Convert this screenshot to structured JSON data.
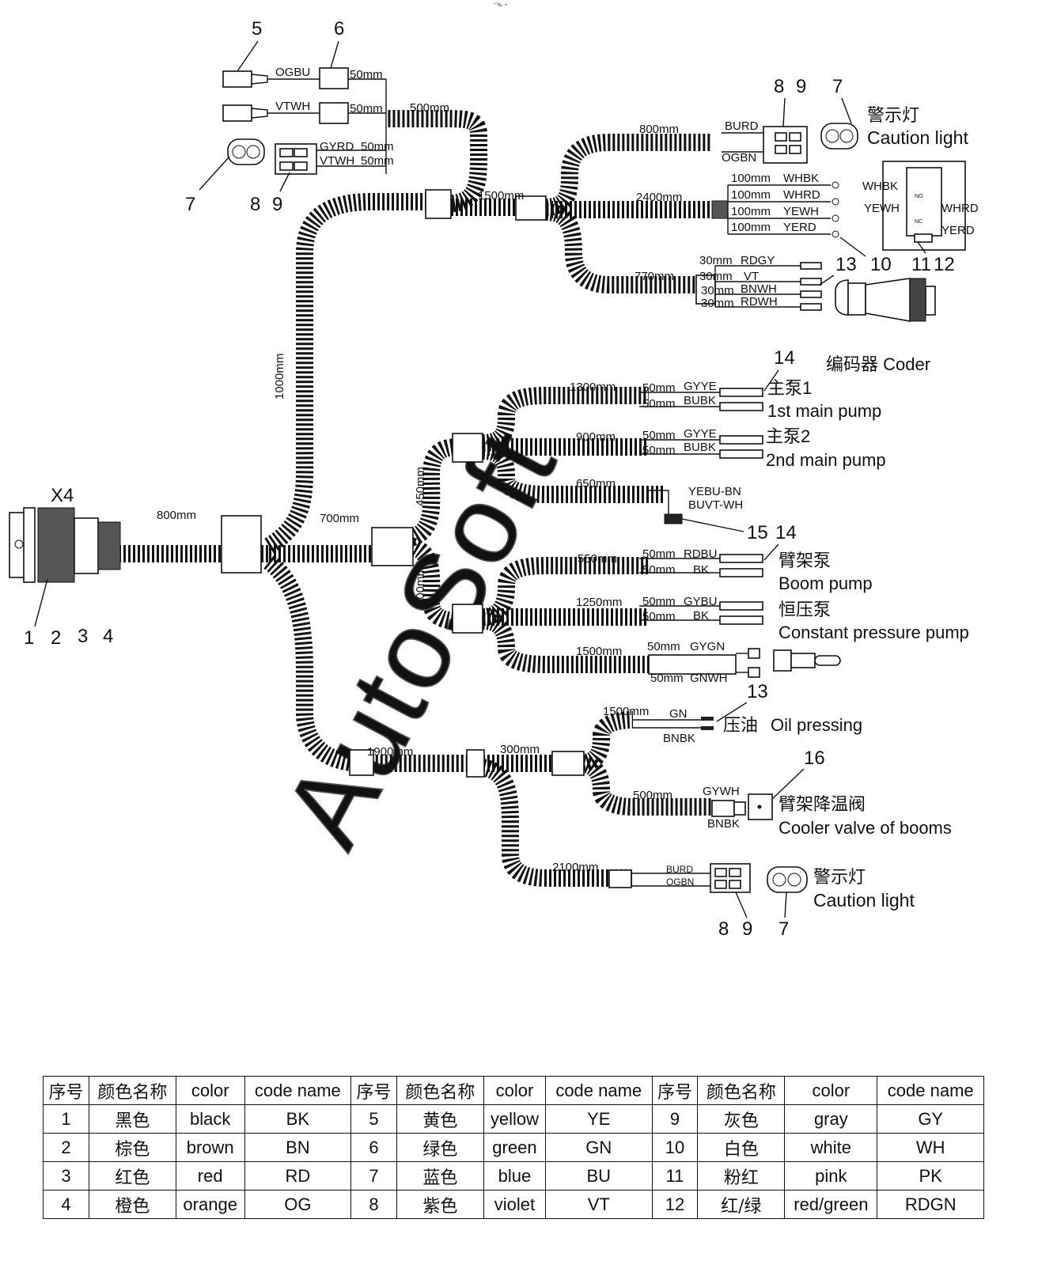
{
  "top_mark": "°°‰ ·•·",
  "watermark": "AutoSoft",
  "labels": {
    "x4": "X4",
    "left_numbers": [
      "1",
      "2",
      "3",
      "4"
    ],
    "n5": "5",
    "n6": "6",
    "n7": "7",
    "n8": "8",
    "n9": "9",
    "n10": "10",
    "n11": "11",
    "n12": "12",
    "n13": "13",
    "n14": "14",
    "n15": "15",
    "n16": "16",
    "ogbu": "OGBU",
    "vtwh": "VTWH",
    "gyrd": "GYRD",
    "vtwh2": "VTWH",
    "l50": "50mm",
    "l500": "500mm",
    "l1500": "1500mm",
    "l1000": "1000mm",
    "l800": "800mm",
    "l700": "700mm",
    "l450": "450mm",
    "l300": "300mm",
    "l1900": "1900mm",
    "l300b": "300mm",
    "l800b": "800mm",
    "l2400": "2400mm",
    "l770": "770mm",
    "l100": "100mm",
    "l30": "30mm",
    "burd": "BURD",
    "ogbn": "OGBN",
    "whbk": "WHBK",
    "whrd": "WHRD",
    "yewh": "YEWH",
    "yerd": "YERD",
    "rdgy": "RDGY",
    "vt": "VT",
    "bnwh": "BNWH",
    "rdwh": "RDWH",
    "caution_zh": "警示灯",
    "caution_en": "Caution light",
    "coder": "编码器 Coder",
    "l1300": "1300mm",
    "l900": "900mm",
    "l650": "650mm",
    "l550": "550mm",
    "l1250": "1250mm",
    "l1500c": "1500mm",
    "gyye": "GYYE",
    "bubk": "BUBK",
    "pump1_zh": "主泵1",
    "pump1_en": "1st main pump",
    "pump2_zh": "主泵2",
    "pump2_en": "2nd main pump",
    "yebu_bn": "YEBU-BN",
    "buvt_wh": "BUVT-WH",
    "rdbu": "RDBU",
    "bk": "BK",
    "gybu": "GYBU",
    "boom_zh": "臂架泵",
    "boom_en": "Boom pump",
    "cp_zh": "恒压泵",
    "cp_en": "Constant pressure pump",
    "gygn": "GYGN",
    "gnwh": "GNWH",
    "gn": "GN",
    "bnbk": "BNBK",
    "oil_zh": "压油",
    "oil_en": "Oil pressing",
    "l500b": "500mm",
    "gywh": "GYWH",
    "cooler_zh": "臂架降温阀",
    "cooler_en": "Cooler valve of booms",
    "l2100": "2100mm",
    "no": "NO",
    "nc": "NC"
  },
  "table": {
    "headers": [
      "序号",
      "颜色名称",
      "color",
      "code name",
      "序号",
      "颜色名称",
      "color",
      "code name",
      "序号",
      "颜色名称",
      "color",
      "code name"
    ],
    "rows": [
      [
        "1",
        "黑色",
        "black",
        "BK",
        "5",
        "黄色",
        "yellow",
        "YE",
        "9",
        "灰色",
        "gray",
        "GY"
      ],
      [
        "2",
        "棕色",
        "brown",
        "BN",
        "6",
        "绿色",
        "green",
        "GN",
        "10",
        "白色",
        "white",
        "WH"
      ],
      [
        "3",
        "红色",
        "red",
        "RD",
        "7",
        "蓝色",
        "blue",
        "BU",
        "11",
        "粉红",
        "pink",
        "PK"
      ],
      [
        "4",
        "橙色",
        "orange",
        "OG",
        "8",
        "紫色",
        "violet",
        "VT",
        "12",
        "红/绿",
        "red/green",
        "RDGN"
      ]
    ]
  }
}
